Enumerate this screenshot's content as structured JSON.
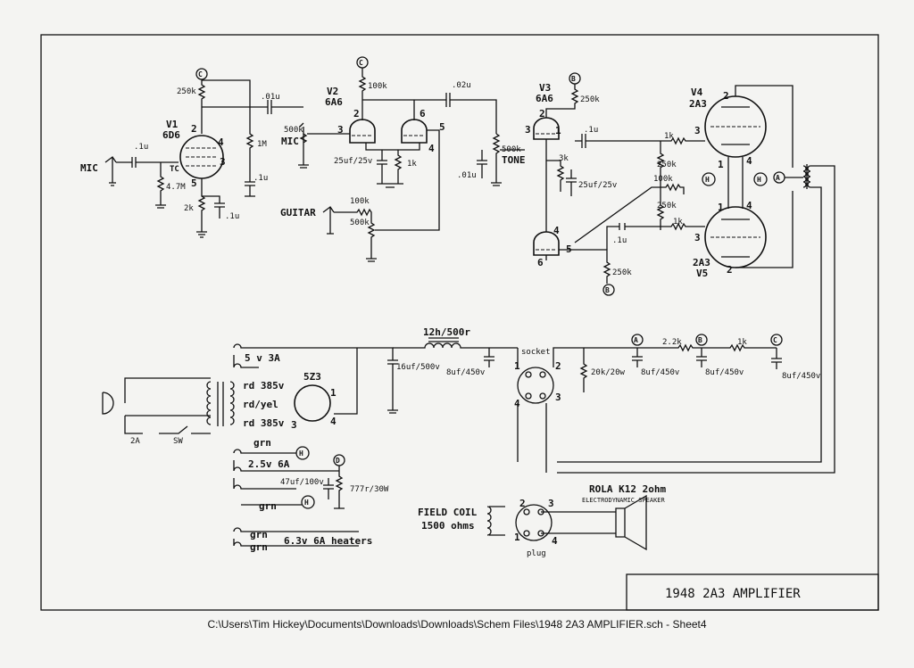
{
  "title": "1948 2A3 AMPLIFIER",
  "footer": "C:\\Users\\Tim Hickey\\Documents\\Downloads\\Downloads\\Schem Files\\1948 2A3 AMPLIFIER.sch  -  Sheet4",
  "tubes": {
    "v1": [
      "V1",
      "6D6"
    ],
    "v2": [
      "V2",
      "6A6"
    ],
    "v3": [
      "V3",
      "6A6"
    ],
    "v4": [
      "V4",
      "2A3"
    ],
    "v5": [
      "2A3",
      "V5"
    ],
    "rect": "5Z3"
  },
  "inputs": {
    "mic1": "MIC",
    "mic2": "MIC",
    "guitar": "GUITAR",
    "tone": "TONE"
  },
  "nodes": {
    "A": "A",
    "B": "B",
    "C": "C",
    "D": "D",
    "H": "H"
  },
  "pins": {
    "p1": "1",
    "p2": "2",
    "p3": "3",
    "p4": "4",
    "p5": "5",
    "p6": "6",
    "tc": "TC"
  },
  "values": {
    "r250k": "250k",
    "c01u": ".01u",
    "c1u": ".1u",
    "r1M": "1M",
    "r47M": "4.7M",
    "r2k": "2k",
    "r100k": "100k",
    "r500k": "500k",
    "c25": "25uf/25v",
    "r1k": "1k",
    "c02u": ".02u",
    "r3k": "3k",
    "r22k": "2.2k",
    "choke": "12h/500r",
    "socket": "socket",
    "c16": "16uf/500v",
    "c8": "8uf/450v",
    "r20k": "20k/20w",
    "c8b": "8uf/450v",
    "c47": "47uf/100v",
    "r777": "777r/30W"
  },
  "transformer": {
    "v5": "5 v 3A",
    "rd1": "rd 385v",
    "rdyel": "rd/yel",
    "rd2": "rd 385v",
    "fuse": "2A",
    "sw": "SW",
    "grn": "grn",
    "h25": "2.5v 6A",
    "h63": "6.3v 6A heaters"
  },
  "speaker": {
    "name": "ROLA K12 2ohm",
    "type": "ELECTRODYNAMIC SPEAKER",
    "field": "FIELD COIL",
    "ohms": "1500 ohms",
    "plug": "plug"
  }
}
